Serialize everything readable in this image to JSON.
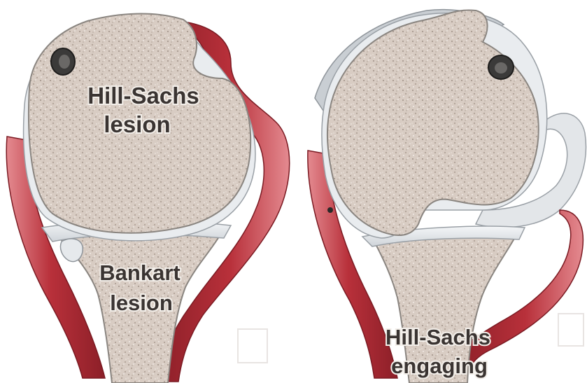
{
  "labels": {
    "hill_sachs_lesion_line1": "Hill-Sachs",
    "hill_sachs_lesion_line2": "lesion",
    "bankart_lesion_line1": "Bankart",
    "bankart_lesion_line2": "lesion",
    "hill_sachs_engaging_line1": "Hill-Sachs",
    "hill_sachs_engaging_line2": "engaging"
  },
  "colors": {
    "bone": "#d8ccc3",
    "bone_speckle_dark": "#a89a90",
    "bone_speckle_light": "#f4efea",
    "bone_outline": "#8a8580",
    "cartilage": "#e6e9ec",
    "muscle": "#b8303a",
    "muscle_dark": "#8c1f28",
    "muscle_light": "#e48a90",
    "label_text": "#3a3432",
    "background": "#ffffff"
  }
}
